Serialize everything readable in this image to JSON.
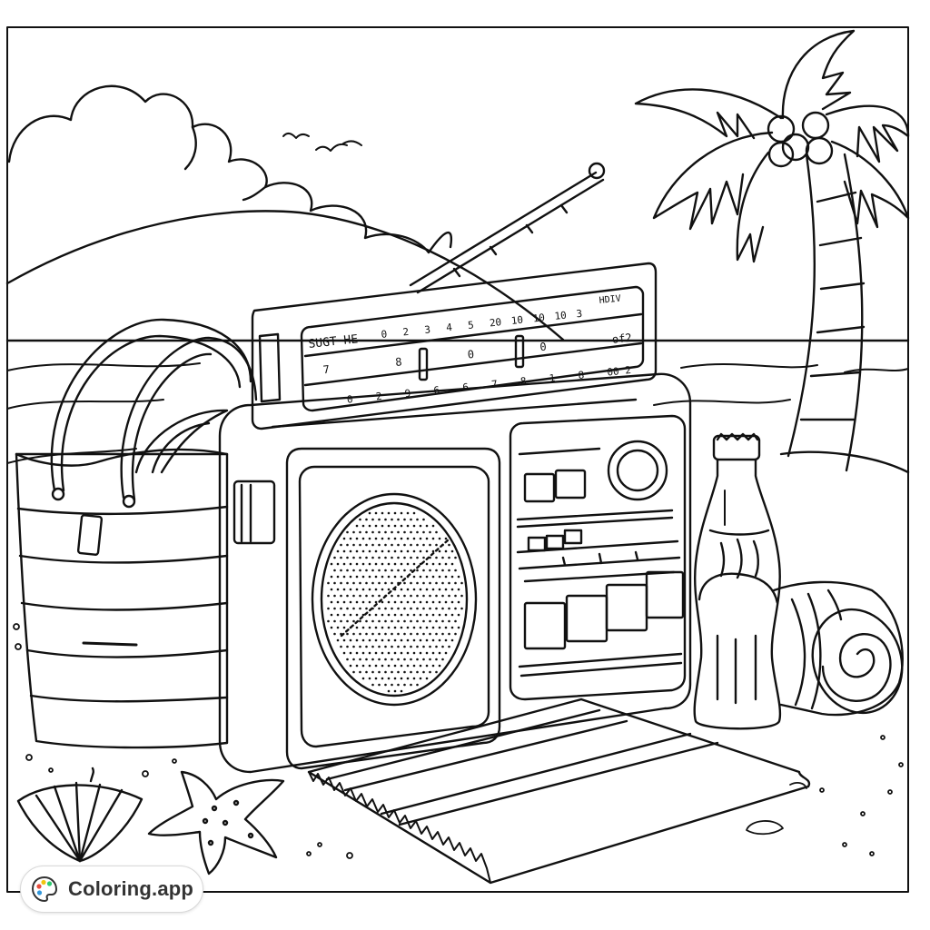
{
  "brand": {
    "name": "Coloring.app",
    "logo_icon": "palette-icon",
    "colors": {
      "text": "#333333",
      "outline": "#111111",
      "background": "#ffffff"
    }
  },
  "radio": {
    "dial_label": "SUGT HE",
    "dial_right_label": "HDIV",
    "dial_top_numbers": [
      "0",
      "2",
      "3",
      "4",
      "5",
      "20",
      "10",
      "10",
      "10",
      "3"
    ],
    "dial_mid_numbers": [
      "7",
      "8",
      "0",
      "0",
      "of2"
    ],
    "dial_low_numbers": [
      "0",
      "2",
      "9",
      "6",
      "6",
      "7",
      "8",
      "1",
      "8",
      "00 2"
    ]
  }
}
